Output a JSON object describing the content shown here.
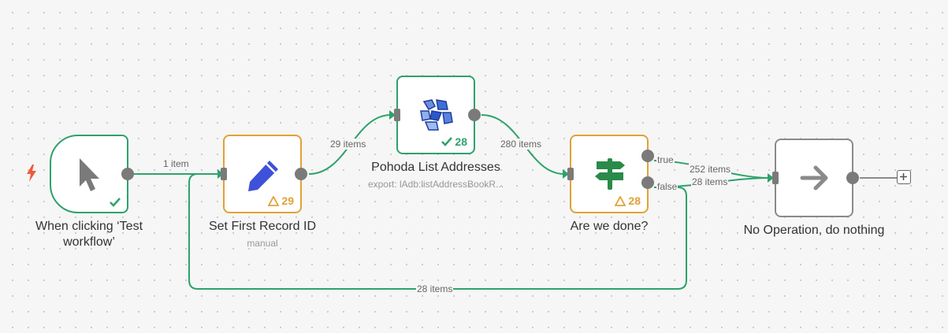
{
  "nodes": {
    "trigger": {
      "title": "When clicking ‘Test workflow’",
      "icon": "mouse-pointer-icon",
      "status_icon": "check-icon"
    },
    "set_first": {
      "title": "Set First Record ID",
      "subtitle": "manual",
      "icon": "pencil-icon",
      "status_icon": "warning-triangle-icon",
      "count": "29"
    },
    "pohoda": {
      "title": "Pohoda List Addresses",
      "subtitle": "export: lAdb:listAddressBookR...",
      "icon": "pohoda-icon",
      "status_icon": "check-icon",
      "count": "28"
    },
    "are_done": {
      "title": "Are we done?",
      "icon": "signpost-icon",
      "status_icon": "warning-triangle-icon",
      "count": "28"
    },
    "noop": {
      "title": "No Operation, do nothing",
      "icon": "arrow-right-icon"
    }
  },
  "edges": {
    "trigger_to_set": "1 item",
    "set_to_pohoda": "29 items",
    "pohoda_to_if": "280 items",
    "true_to_noop": "252 items",
    "false_to_noop": "28 items",
    "false_loop": "28 items"
  },
  "branches": {
    "true": "true",
    "false": "false"
  },
  "colors": {
    "success": "#2ea26b",
    "warning": "#e0a237",
    "neutral": "#8a8a8a",
    "trigger_bolt": "#f05a3c"
  }
}
